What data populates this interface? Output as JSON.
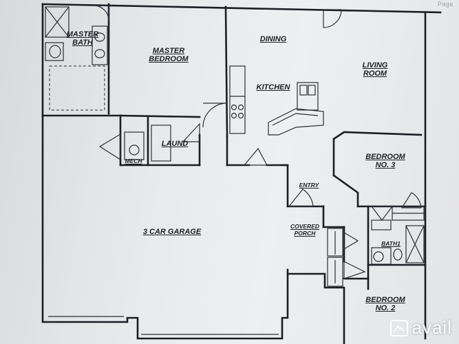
{
  "page_indicator": "Page",
  "rooms": {
    "master_bath": [
      "MASTER",
      "BATH"
    ],
    "master_bedroom": [
      "MASTER",
      "BEDROOM"
    ],
    "dining": "DINING",
    "kitchen": "KITCHEN",
    "living_room": [
      "LIVING",
      "ROOM"
    ],
    "laundry": "LAUND",
    "mech": "MECH",
    "bedroom_3": [
      "BEDROOM",
      "NO. 3"
    ],
    "entry": "ENTRY",
    "garage": "3 CAR GARAGE",
    "covered_porch": [
      "COVERED",
      "PORCH"
    ],
    "bath_1": "BATH1",
    "bedroom_2": [
      "BEDROOM",
      "NO. 2"
    ]
  },
  "watermark": {
    "brand": "avail",
    "icon": "mountain-logo-icon",
    "color": "#ffffff"
  },
  "colors": {
    "line": "#1a1d22",
    "paper": "#e8e9eb"
  }
}
